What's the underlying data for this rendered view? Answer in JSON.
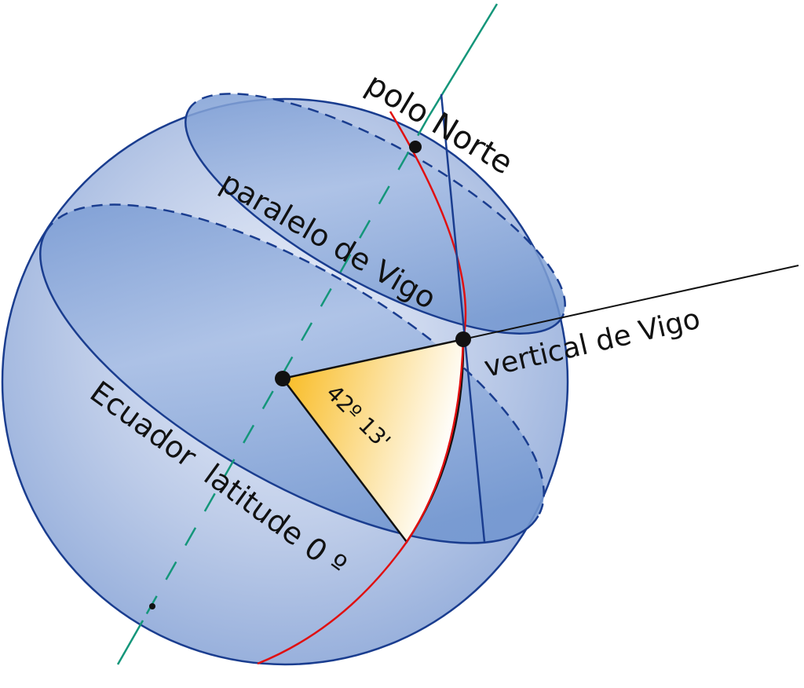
{
  "labels": {
    "north_pole": "polo Norte",
    "parallel": "paralelo de Vigo",
    "vertical": "vertical de Vigo",
    "equator": "Ecuador  latitude 0 º",
    "angle": "42º 13'"
  },
  "colors": {
    "sphere": "#a9bee3",
    "ellipse_fill": "#86a5d6",
    "outline": "#1a3d8f",
    "axis": "#14967a",
    "meridian": "#e01010",
    "angle_fill_start": "#f8b818",
    "angle_fill_end": "#ffffff"
  }
}
